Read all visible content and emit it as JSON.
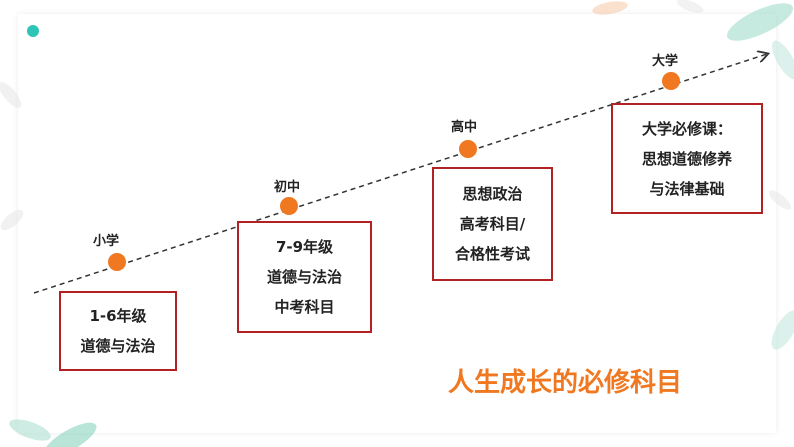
{
  "diagram": {
    "caption": "人生成长的必修科目",
    "stages": [
      {
        "id": "primary",
        "label": "小学",
        "lines": [
          "1-6年级",
          "道德与法治"
        ]
      },
      {
        "id": "junior",
        "label": "初中",
        "lines": [
          "7-9年级",
          "道德与法治",
          "中考科目"
        ]
      },
      {
        "id": "senior",
        "label": "高中",
        "lines": [
          "思想政治",
          "高考科目/",
          "合格性考试"
        ]
      },
      {
        "id": "university",
        "label": "大学",
        "lines": [
          "大学必修课：",
          "思想道德修养",
          "与法律基础"
        ]
      }
    ],
    "colors": {
      "accent": "#f07820",
      "box_border": "#b22222",
      "decor_teal": "#2ec4b6"
    }
  }
}
